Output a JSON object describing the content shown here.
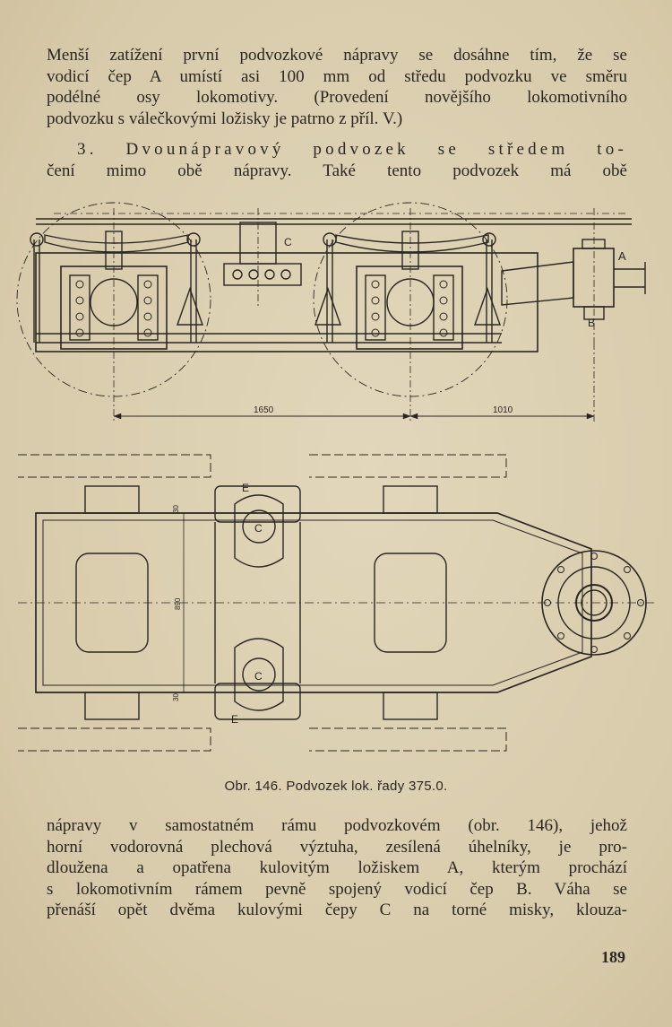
{
  "page": {
    "paragraph_1": {
      "lines": [
        "Menší zatížení první podvozkové nápravy se dosáhne tím, že se",
        "vodicí čep A umístí asi 100 mm od středu podvozku ve směru",
        "podélné osy lokomotivy. (Provedení novějšího lokomotivního",
        "podvozku s válečkovými ložisky je patrno z příl. V.)"
      ]
    },
    "paragraph_2": {
      "lines": [
        "3. Dvounápravový podvozek se středem to-",
        "čení mimo obě nápravy. Také tento podvozek má obě"
      ]
    },
    "figure": {
      "labels": {
        "a": "A",
        "b": "B",
        "c": "C",
        "e": "E"
      },
      "dimensions": {
        "wheelbase": "1650",
        "offset": "1010",
        "width": "890",
        "small_top": "30",
        "small_bottom": "30"
      },
      "caption": "Obr. 146. Podvozek lok. řady 375.0."
    },
    "paragraph_3": {
      "lines": [
        "nápravy v samostatném rámu podvozkovém (obr. 146), jehož",
        "horní vodorovná plechová výztuha, zesílená úhelníky, je pro-",
        "dloužena a opatřena kulovitým ložiskem A, kterým prochází",
        "s lokomotivním rámem pevně spojený vodicí čep B. Váha se",
        "přenáší opět dvěma kulovými čepy C na torné misky, klouza-"
      ]
    },
    "page_number": "189"
  }
}
